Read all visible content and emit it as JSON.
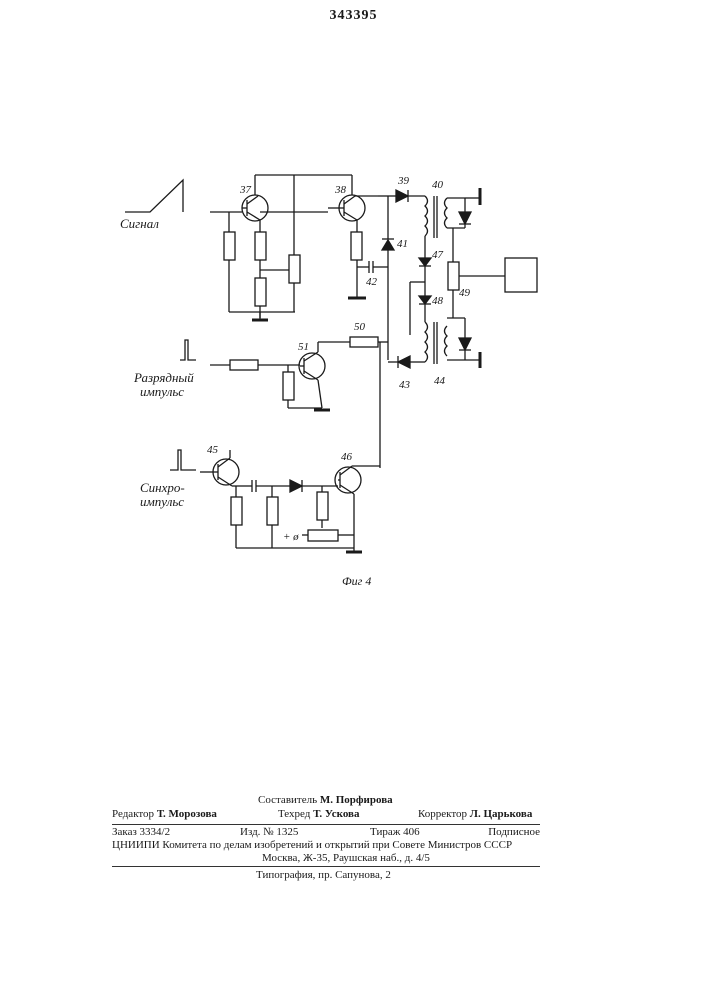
{
  "patent_number": "343395",
  "labels": {
    "c37": "37",
    "c38": "38",
    "c39": "39",
    "c40": "40",
    "c41": "41",
    "c42": "42",
    "c43": "43",
    "c44": "44",
    "c45": "45",
    "c46": "46",
    "c47": "47",
    "c48": "48",
    "c49": "49",
    "c50": "50",
    "c51": "51"
  },
  "signals": {
    "signal": "Сигнал",
    "discharge_1": "Разрядный",
    "discharge_2": "импульс",
    "sync_1": "Синхро-",
    "sync_2": "импульс",
    "plus_supply": "+ ø"
  },
  "figure_caption": "Фиг 4",
  "credits": {
    "compiler_label": "Составитель",
    "compiler_name": "М. Порфирова",
    "editor_label": "Редактор",
    "editor_name": "Т. Морозова",
    "techred_label": "Техред",
    "techred_name": "Т. Ускова",
    "corrector_label": "Корректор",
    "corrector_name": "Л. Царькова",
    "order": "Заказ 3334/2",
    "edition": "Изд. № 1325",
    "circulation": "Тираж 406",
    "subscription": "Подписное",
    "institute_line": "ЦНИИПИ Комитета по делам изобретений и открытий при Совете Министров СССР",
    "address_line": "Москва, Ж-35, Раушская наб., д. 4/5",
    "printing_house": "Типография, пр. Сапунова, 2"
  }
}
